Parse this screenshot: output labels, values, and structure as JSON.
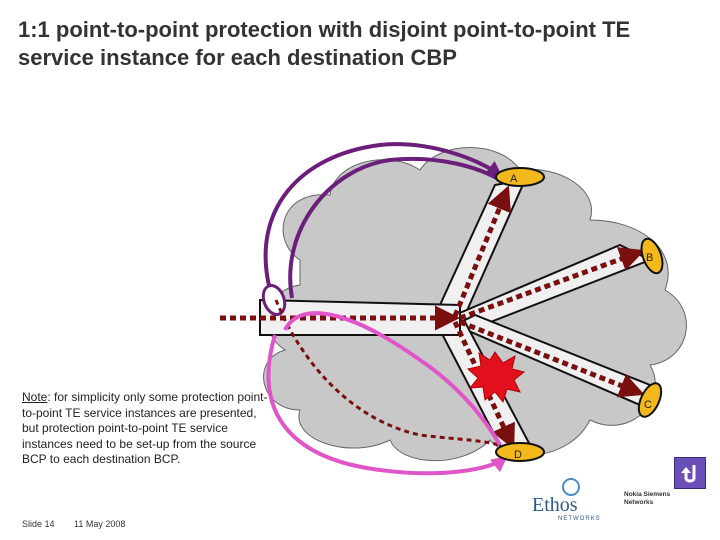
{
  "title": "1:1 point-to-point protection with disjoint point-to-point TE service instance for each destination CBP",
  "nodes": {
    "a": "A",
    "b": "B",
    "c": "C",
    "d": "D"
  },
  "note": {
    "lead": "Note",
    "text": ": for simplicity only some protection point-to-point TE service instances are presented, but protection point-to-point TE service instances need to be set-up from the source BCP to each destination BCP."
  },
  "footer": {
    "slide": "Slide 14",
    "date": "11 May 2008"
  },
  "logos": {
    "ethos_word": "Ethos",
    "ethos_sub": "NETWORKS",
    "nsn": "Nokia Siemens Networks"
  },
  "colors": {
    "cloud_fill": "#c8c8c8",
    "trunk_fill": "#f0f0f0",
    "dashed_path": "#7a0f0f",
    "purple_path": "#6b1f7a",
    "pink_path": "#e055c8",
    "node_fill": "#f2b81c",
    "failure_burst": "#e2101c"
  },
  "icons": {
    "failure": "red-burst-icon",
    "return": "return-arrow-icon"
  }
}
